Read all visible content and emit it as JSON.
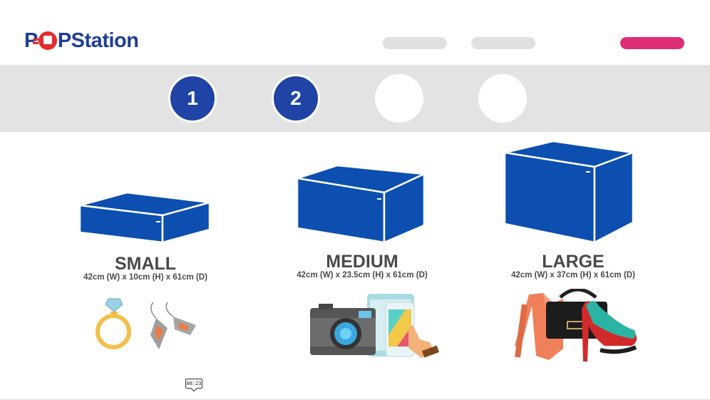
{
  "header": {
    "logo_left": "P",
    "logo_right": "PStation"
  },
  "stepper": {
    "steps": [
      {
        "label": "1",
        "state": "active"
      },
      {
        "label": "2",
        "state": "active"
      },
      {
        "label": "",
        "state": "idle"
      },
      {
        "label": "",
        "state": "idle"
      }
    ]
  },
  "sizes": [
    {
      "name": "SMALL",
      "dimensions": "42cm (W) x 10cm (H) x 61cm (D)",
      "items": [
        "ring-icon",
        "earrings-icon"
      ]
    },
    {
      "name": "MEDIUM",
      "dimensions": "42cm (W) x 23.5cm (H) x 61cm (D)",
      "items": [
        "camera-icon",
        "tablet-icon",
        "phone-icon"
      ]
    },
    {
      "name": "LARGE",
      "dimensions": "42cm (W) x 37cm (H) x 61cm (D)",
      "items": [
        "jacket-icon",
        "handbag-icon",
        "high-heel-icon"
      ]
    }
  ],
  "video": {
    "timestamp": "00:23"
  },
  "colors": {
    "brand_blue": "#1f44a5",
    "box_blue": "#0d4fb0",
    "cta_pink": "#df2e75",
    "band_gray": "#e3e3e3"
  }
}
